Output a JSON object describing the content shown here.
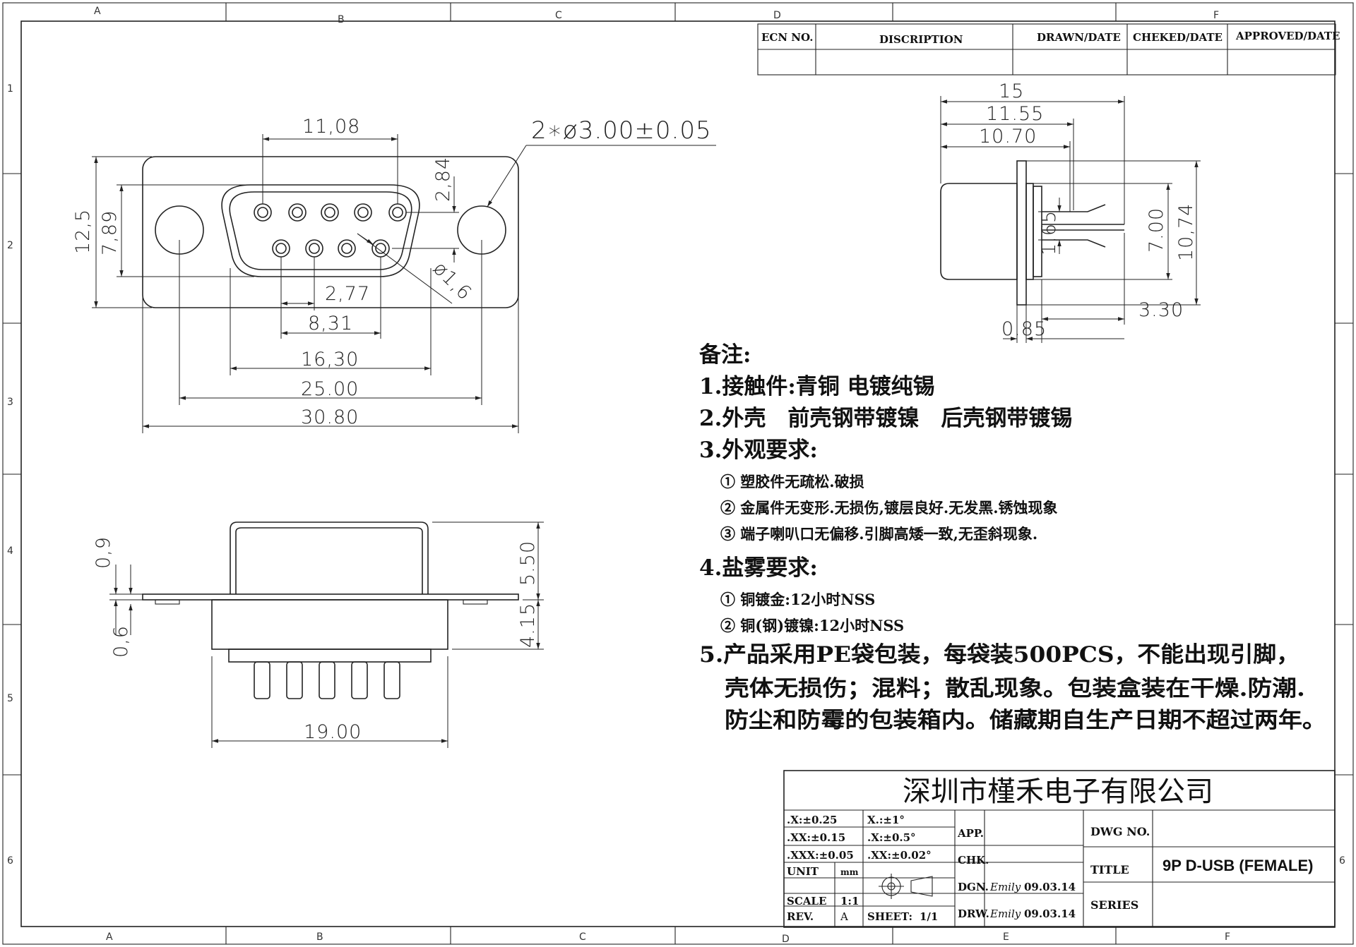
{
  "revision_table": {
    "headers": [
      "ECN NO.",
      "DISCRIPTION",
      "DRAWN/DATE",
      "CHEKED/DATE",
      "APPROVED/DATE"
    ]
  },
  "zones": {
    "top": [
      "A",
      "B",
      "C",
      "D",
      "F"
    ],
    "bottom": [
      "A",
      "B",
      "C",
      "D",
      "E",
      "F"
    ],
    "left": [
      "1",
      "2",
      "3",
      "4",
      "5",
      "6"
    ],
    "right": [
      "6"
    ]
  },
  "front_view": {
    "dims": {
      "pitch_top": "11,08",
      "mount_hole": "2∗ø3.00±0.05",
      "height_overall": "12,5",
      "height_body": "7,89",
      "pin_offset": "2,84",
      "pin_dia": "ø1,6",
      "pitch_bottom_single": "2,77",
      "pitch_bottom": "8,31",
      "shell_width": "16,30",
      "hole_spacing": "25.00",
      "flange_width": "30.80"
    }
  },
  "side_view": {
    "dims": {
      "d15": "15",
      "d1155": "11.55",
      "d1070": "10.70",
      "d165": "1,65",
      "d700": "7.00",
      "d1074": "10,74",
      "d330": "3.30",
      "d085": "0.85"
    }
  },
  "bottom_view": {
    "dims": {
      "d09": "0,9",
      "d06": "0,6",
      "d550": "5.50",
      "d415": "4.15",
      "d1900": "19.00"
    }
  },
  "notes": {
    "heading": "备注:",
    "n1": "1.接触件:青铜 电镀纯锡",
    "n2": "2.外壳　前壳钢带镀镍　后壳钢带镀锡",
    "n3": "3.外观要求:",
    "n3a": "① 塑胶件无疏松.破损",
    "n3b": "② 金属件无变形.无损伤,镀层良好.无发黑.锈蚀现象",
    "n3c": "③ 端子喇叭口无偏移.引脚高矮一致,无歪斜现象.",
    "n4": "4.盐雾要求:",
    "n4a": "① 铜镀金:12小时NSS",
    "n4b": "② 铜(钢)镀镍:12小时NSS",
    "n5a": "5.产品采用PE袋包装，每袋装500PCS，不能出现引脚，",
    "n5b": "壳体无损伤；混料；散乱现象。包装盒装在干燥.防潮.",
    "n5c": "防尘和防霉的包装箱内。储藏期自生产日期不超过两年。"
  },
  "title_block": {
    "company": "深圳市槿禾电子有限公司",
    "tol_x": ".X:±0.25",
    "tol_xx": ".XX:±0.15",
    "tol_xxx": ".XXX:±0.05",
    "ang_x": "X.:±1°",
    "ang_xx": ".X:±0.5°",
    "ang_xxx": ".XX:±0.02°",
    "unit_label": "UNIT",
    "unit_value": "mm",
    "scale_label": "SCALE",
    "scale_value": "1:1",
    "rev_label": "REV.",
    "rev_value": "A",
    "sheet_label": "SHEET:",
    "sheet_value": "1/1",
    "app_label": "APP.",
    "chk_label": "CHK.",
    "dgn_label": "DGN.",
    "drw_label": "DRW.",
    "dgn_sign": "Emily",
    "dgn_date": "09.03.14",
    "drw_sign": "Emily",
    "drw_date": "09.03.14",
    "dwg_no_label": "DWG NO.",
    "title_label": "TITLE",
    "title_value": "9P D-USB (FEMALE)",
    "series_label": "SERIES"
  }
}
